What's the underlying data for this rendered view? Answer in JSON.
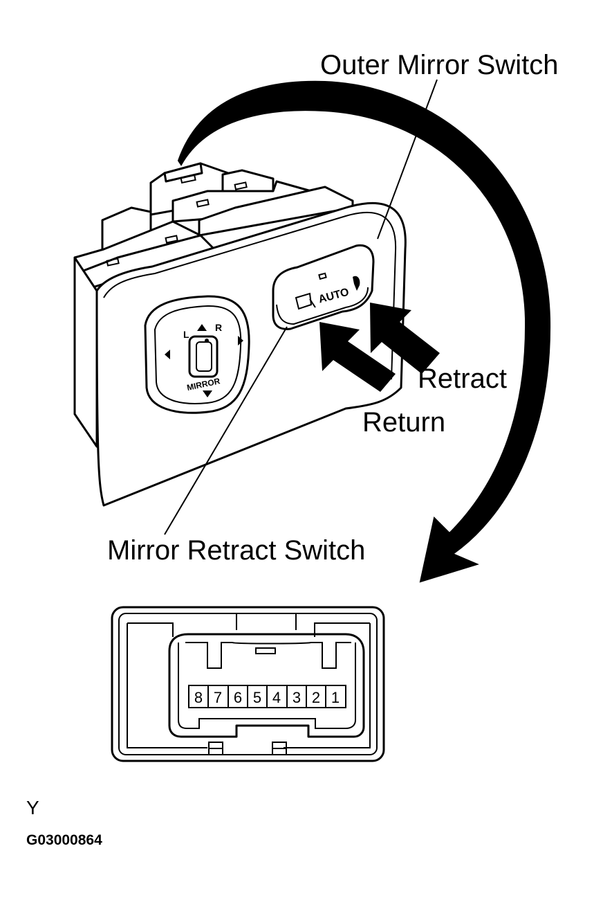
{
  "labels": {
    "outer_mirror_switch": "Outer Mirror Switch",
    "retract": "Retract",
    "return": "Return",
    "mirror_retract_switch": "Mirror Retract Switch"
  },
  "switch_face": {
    "auto": "AUTO",
    "mirror": "MIRROR",
    "left": "L",
    "right": "R"
  },
  "connector": {
    "pins": [
      "8",
      "7",
      "6",
      "5",
      "4",
      "3",
      "2",
      "1"
    ]
  },
  "footer": {
    "code": "Y",
    "figure_id": "G03000864"
  }
}
